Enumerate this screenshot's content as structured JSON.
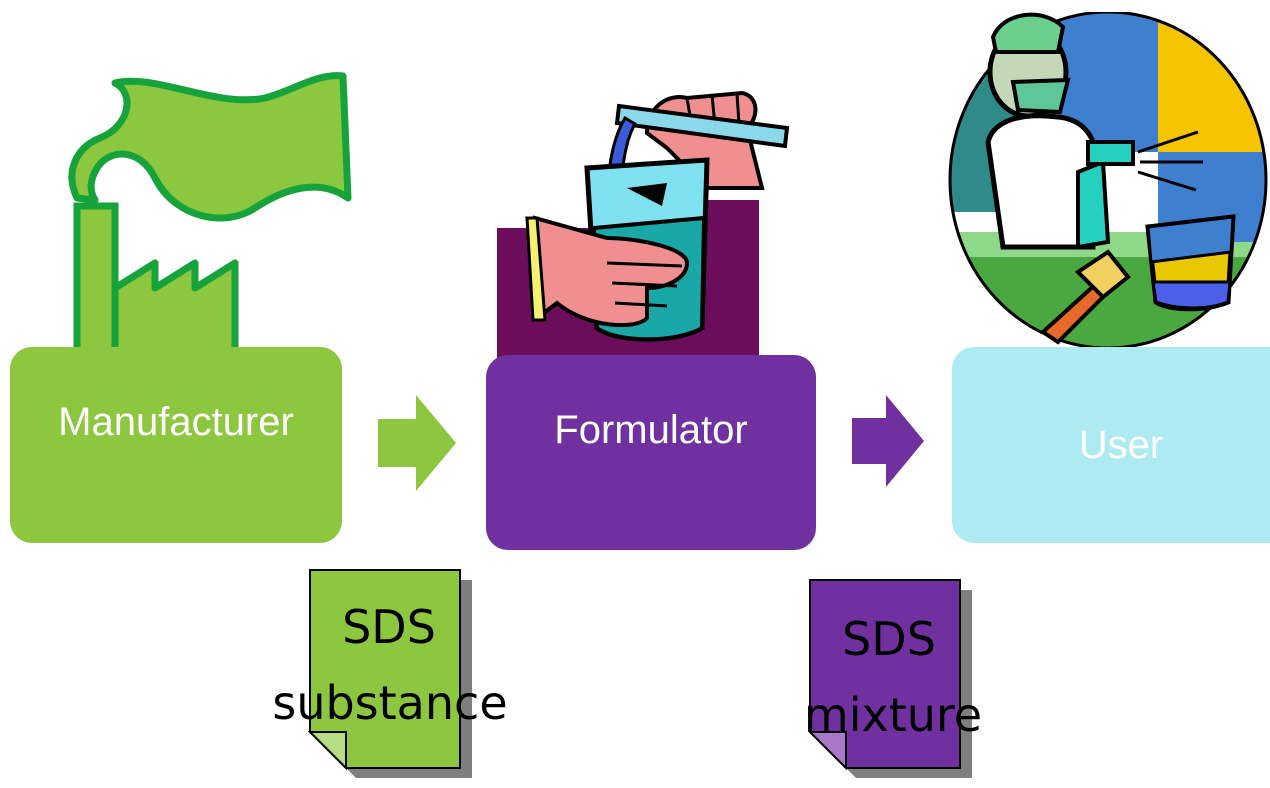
{
  "colors": {
    "manufacturer": "#8dc63f",
    "formulator": "#7030a0",
    "user": "#aeeaf2",
    "arrow_green": "#8dc63f",
    "arrow_purple": "#7030a0",
    "factory_dark": "#16a33c",
    "factory_fill": "#8dc63f"
  },
  "stages": {
    "manufacturer": "Manufacturer",
    "formulator": "Formulator",
    "user": "User"
  },
  "documents": {
    "substance": {
      "title": "SDS",
      "subtitle": "substance"
    },
    "mixture": {
      "title": "SDS",
      "subtitle": "mixture"
    }
  },
  "icons": [
    "factory-icon",
    "lab-beaker-hands-icon",
    "painter-worker-icon",
    "arrow-right-icon",
    "document-icon"
  ]
}
